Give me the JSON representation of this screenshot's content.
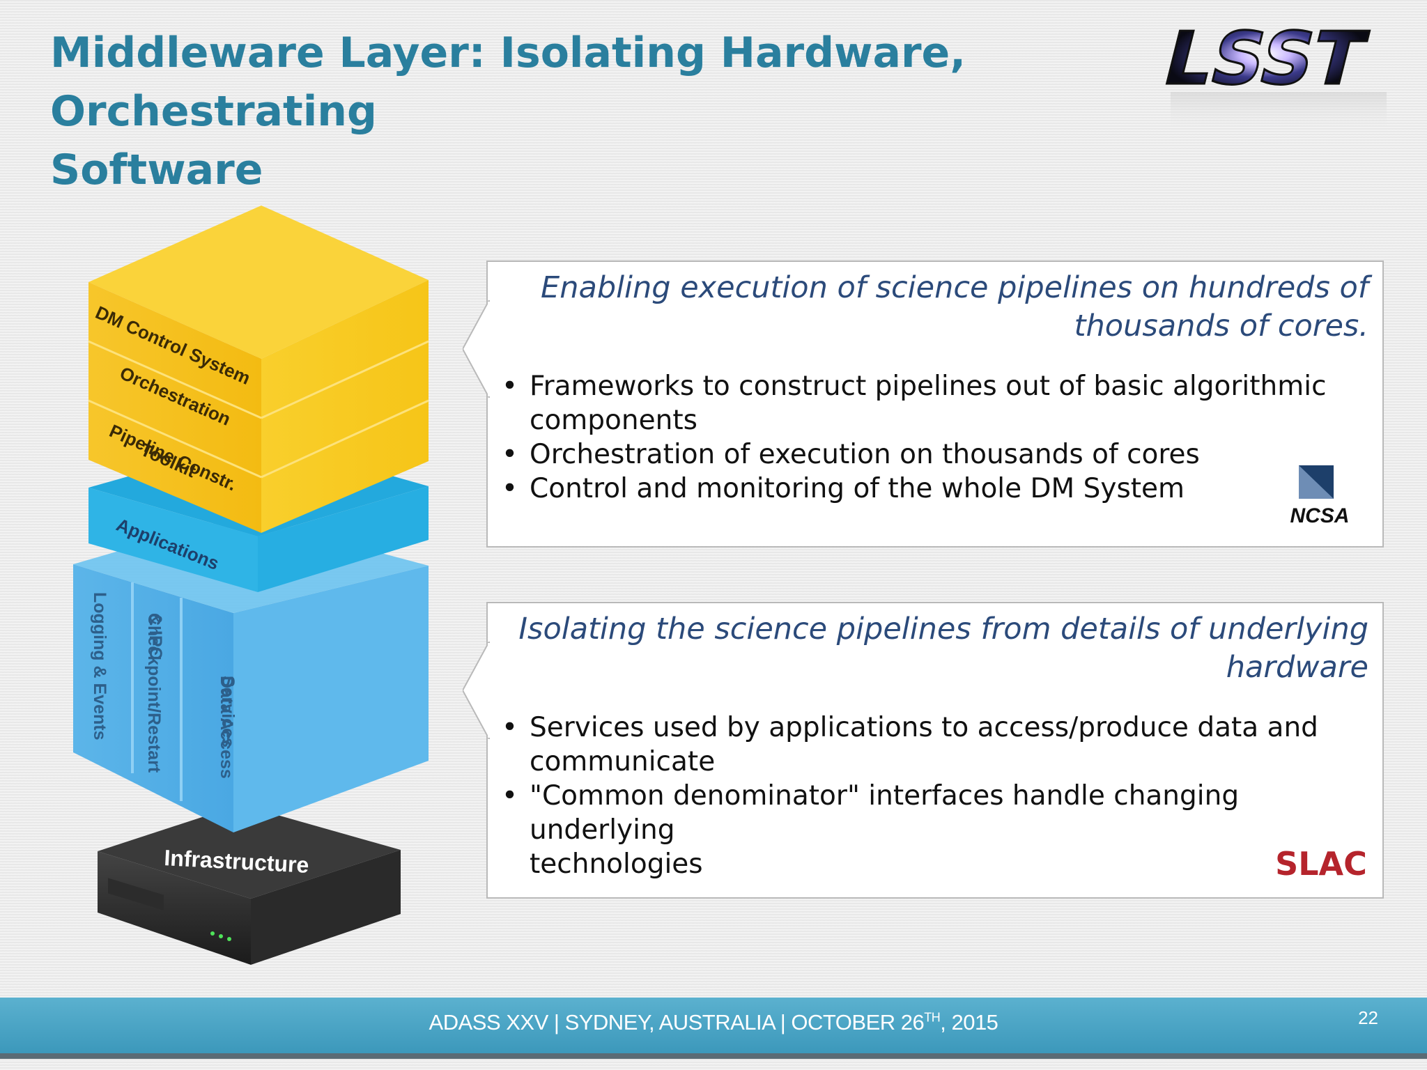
{
  "slide": {
    "title_line1": "Middleware Layer: Isolating Hardware, Orchestrating",
    "title_line2": "Software",
    "logo_text": "LSST",
    "accent_color": "#2a7f9e"
  },
  "diagram": {
    "layers": [
      {
        "label": "DM Control System",
        "color": "#f6c21a"
      },
      {
        "label": "Orchestration",
        "color": "#f6c21a"
      },
      {
        "label": "Pipeline Constr.",
        "label2": "Toolkit",
        "color": "#f6c21a"
      },
      {
        "label": "Applications",
        "color": "#2ab3e6"
      }
    ],
    "services": [
      {
        "label": "Logging & Events"
      },
      {
        "label": "Checkpoint/Restart",
        "label2": "& IPC"
      },
      {
        "label": "Data Access",
        "label2": "Services"
      }
    ],
    "base": {
      "label": "Infrastructure"
    }
  },
  "box1": {
    "heading_line1": "Enabling execution of science pipelines on hundreds of",
    "heading_line2": "thousands of cores.",
    "bullets": [
      {
        "line1": "Frameworks to construct pipelines out of basic algorithmic",
        "line2": "components"
      },
      {
        "line1": "Orchestration of execution on thousands of cores"
      },
      {
        "line1": "Control and monitoring of the whole DM System"
      }
    ],
    "logo": "NCSA"
  },
  "box2": {
    "heading_line1": "Isolating the science pipelines from details of underlying",
    "heading_line2": "hardware",
    "bullets": [
      {
        "line1": "Services used by applications to access/produce data and",
        "line2": "communicate"
      },
      {
        "line1": "\"Common denominator\" interfaces handle changing underlying",
        "line2": "technologies"
      }
    ],
    "logo": "SLAC"
  },
  "footer": {
    "text_main": "ADASS XXV | SYDNEY, AUSTRALIA | OCTOBER 26",
    "text_sup": "TH",
    "text_end": ", 2015",
    "page_number": "22"
  }
}
